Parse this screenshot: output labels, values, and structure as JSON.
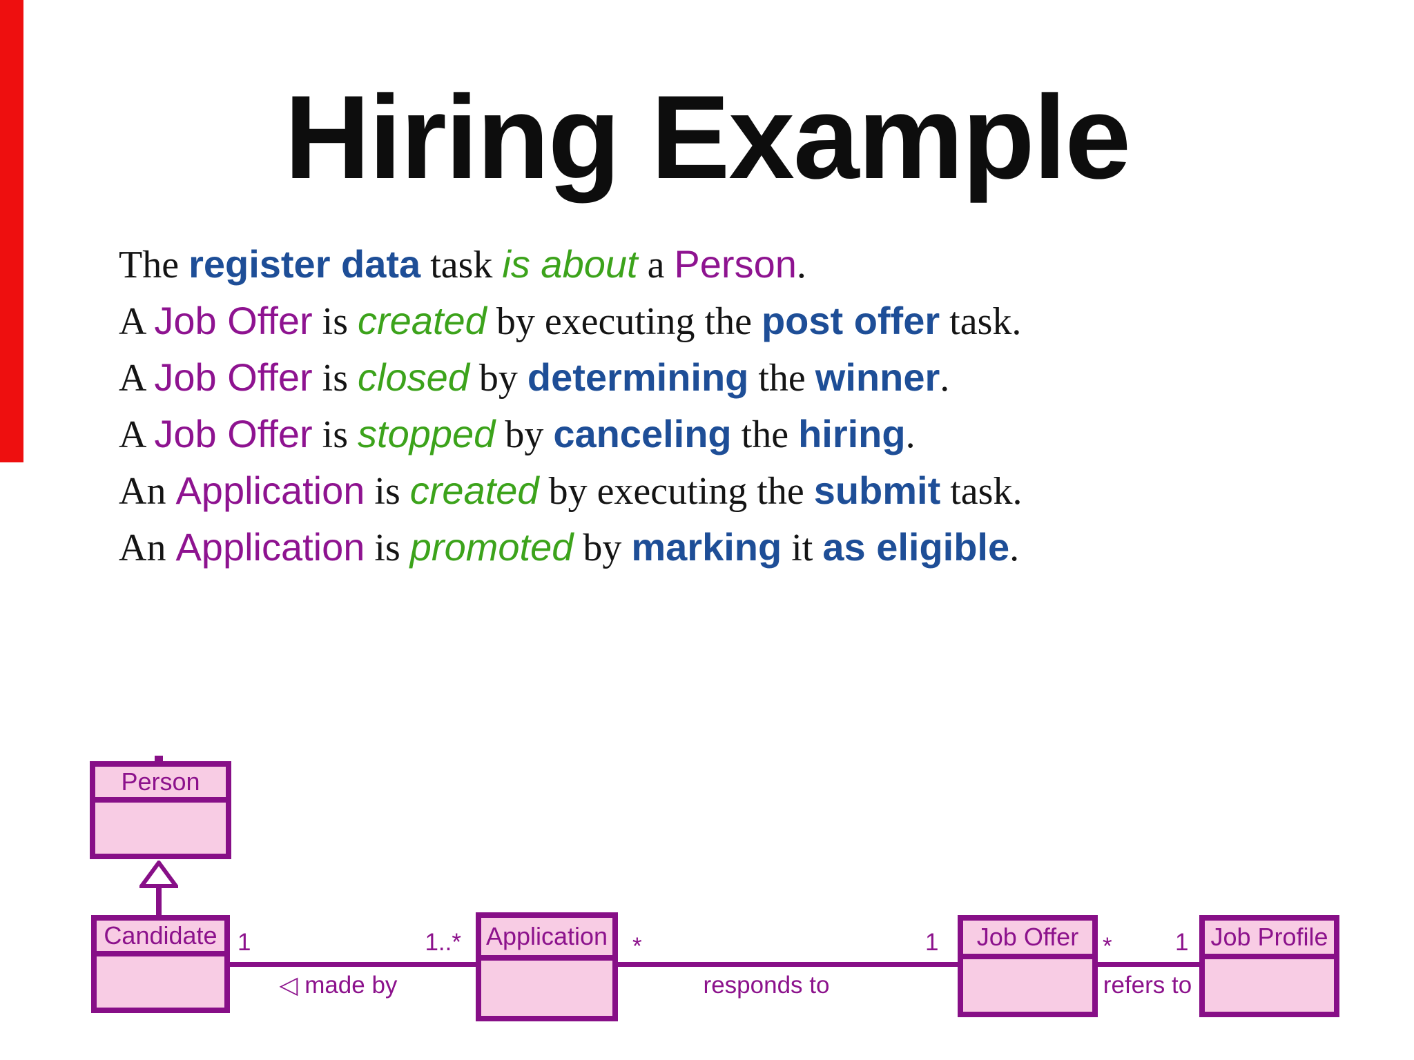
{
  "slide": {
    "title": "Hiring Example",
    "colors": {
      "accent_red": "#ee0f0f",
      "task_blue": "#1e4e97",
      "state_green": "#3ca31b",
      "entity_purple": "#8e1390",
      "uml_border_purple": "#870f87",
      "uml_fill_pink": "#f8cce4",
      "uml_text_purple": "#8c128c"
    },
    "sentences": [
      {
        "segments": [
          {
            "t": "The ",
            "c": "plain"
          },
          {
            "t": "register data",
            "c": "task"
          },
          {
            "t": " task ",
            "c": "plain"
          },
          {
            "t": "is about",
            "c": "state"
          },
          {
            "t": " a ",
            "c": "plain"
          },
          {
            "t": "Person",
            "c": "entity"
          },
          {
            "t": ".",
            "c": "plain"
          }
        ]
      },
      {
        "segments": [
          {
            "t": "A ",
            "c": "plain"
          },
          {
            "t": "Job Offer",
            "c": "entity"
          },
          {
            "t": " is ",
            "c": "plain"
          },
          {
            "t": "created",
            "c": "state"
          },
          {
            "t": " by executing the ",
            "c": "plain"
          },
          {
            "t": "post offer",
            "c": "task"
          },
          {
            "t": " task.",
            "c": "plain"
          }
        ]
      },
      {
        "segments": [
          {
            "t": "A ",
            "c": "plain"
          },
          {
            "t": "Job Offer",
            "c": "entity"
          },
          {
            "t": " is ",
            "c": "plain"
          },
          {
            "t": "closed",
            "c": "state"
          },
          {
            "t": " by ",
            "c": "plain"
          },
          {
            "t": "determining",
            "c": "task"
          },
          {
            "t": " the ",
            "c": "plain"
          },
          {
            "t": "winner",
            "c": "task"
          },
          {
            "t": ".",
            "c": "plain"
          }
        ]
      },
      {
        "segments": [
          {
            "t": "A ",
            "c": "plain"
          },
          {
            "t": "Job Offer",
            "c": "entity"
          },
          {
            "t": " is ",
            "c": "plain"
          },
          {
            "t": "stopped",
            "c": "state"
          },
          {
            "t": " by ",
            "c": "plain"
          },
          {
            "t": "canceling",
            "c": "task"
          },
          {
            "t": " the ",
            "c": "plain"
          },
          {
            "t": "hiring",
            "c": "task"
          },
          {
            "t": ".",
            "c": "plain"
          }
        ]
      },
      {
        "segments": [
          {
            "t": "An ",
            "c": "plain"
          },
          {
            "t": "Application",
            "c": "entity"
          },
          {
            "t": " is ",
            "c": "plain"
          },
          {
            "t": "created",
            "c": "state"
          },
          {
            "t": " by executing the ",
            "c": "plain"
          },
          {
            "t": "submit",
            "c": "task"
          },
          {
            "t": " task.",
            "c": "plain"
          }
        ]
      },
      {
        "segments": [
          {
            "t": "An ",
            "c": "plain"
          },
          {
            "t": "Application",
            "c": "entity"
          },
          {
            "t": " is ",
            "c": "plain"
          },
          {
            "t": "promoted",
            "c": "state"
          },
          {
            "t": " by ",
            "c": "plain"
          },
          {
            "t": "marking",
            "c": "task"
          },
          {
            "t": " it ",
            "c": "plain"
          },
          {
            "t": "as eligible",
            "c": "task"
          },
          {
            "t": ".",
            "c": "plain"
          }
        ]
      }
    ],
    "diagram": {
      "classes": [
        {
          "name": "Person"
        },
        {
          "name": "Candidate"
        },
        {
          "name": "Application"
        },
        {
          "name": "Job Offer"
        },
        {
          "name": "Job Profile"
        }
      ],
      "generalization": {
        "child": "Candidate",
        "parent": "Person",
        "marker": "hollow-triangle-arrow"
      },
      "associations": [
        {
          "label": "◁ made by",
          "from_mult": "1",
          "to_mult": "1..*"
        },
        {
          "label": "responds to",
          "from_mult": "*",
          "to_mult": "1"
        },
        {
          "label": "refers to",
          "from_mult": "*",
          "to_mult": "1"
        }
      ]
    }
  }
}
